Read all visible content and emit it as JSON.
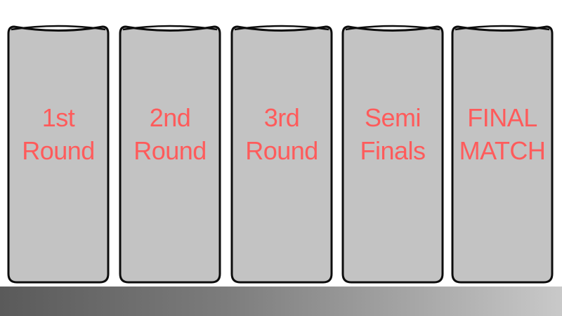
{
  "colors": {
    "pillar_fill": "#c3c3c3",
    "pillar_outline": "#0d0d0d",
    "label_text": "#ff5b5b",
    "floor_dark": "#5a5a5a",
    "floor_light": "#c9c9c9"
  },
  "stages": [
    {
      "line1": "1st",
      "line2": "Round"
    },
    {
      "line1": "2nd",
      "line2": "Round"
    },
    {
      "line1": "3rd",
      "line2": "Round"
    },
    {
      "line1": "Semi",
      "line2": "Finals"
    },
    {
      "line1": "FINAL",
      "line2": "MATCH"
    }
  ]
}
